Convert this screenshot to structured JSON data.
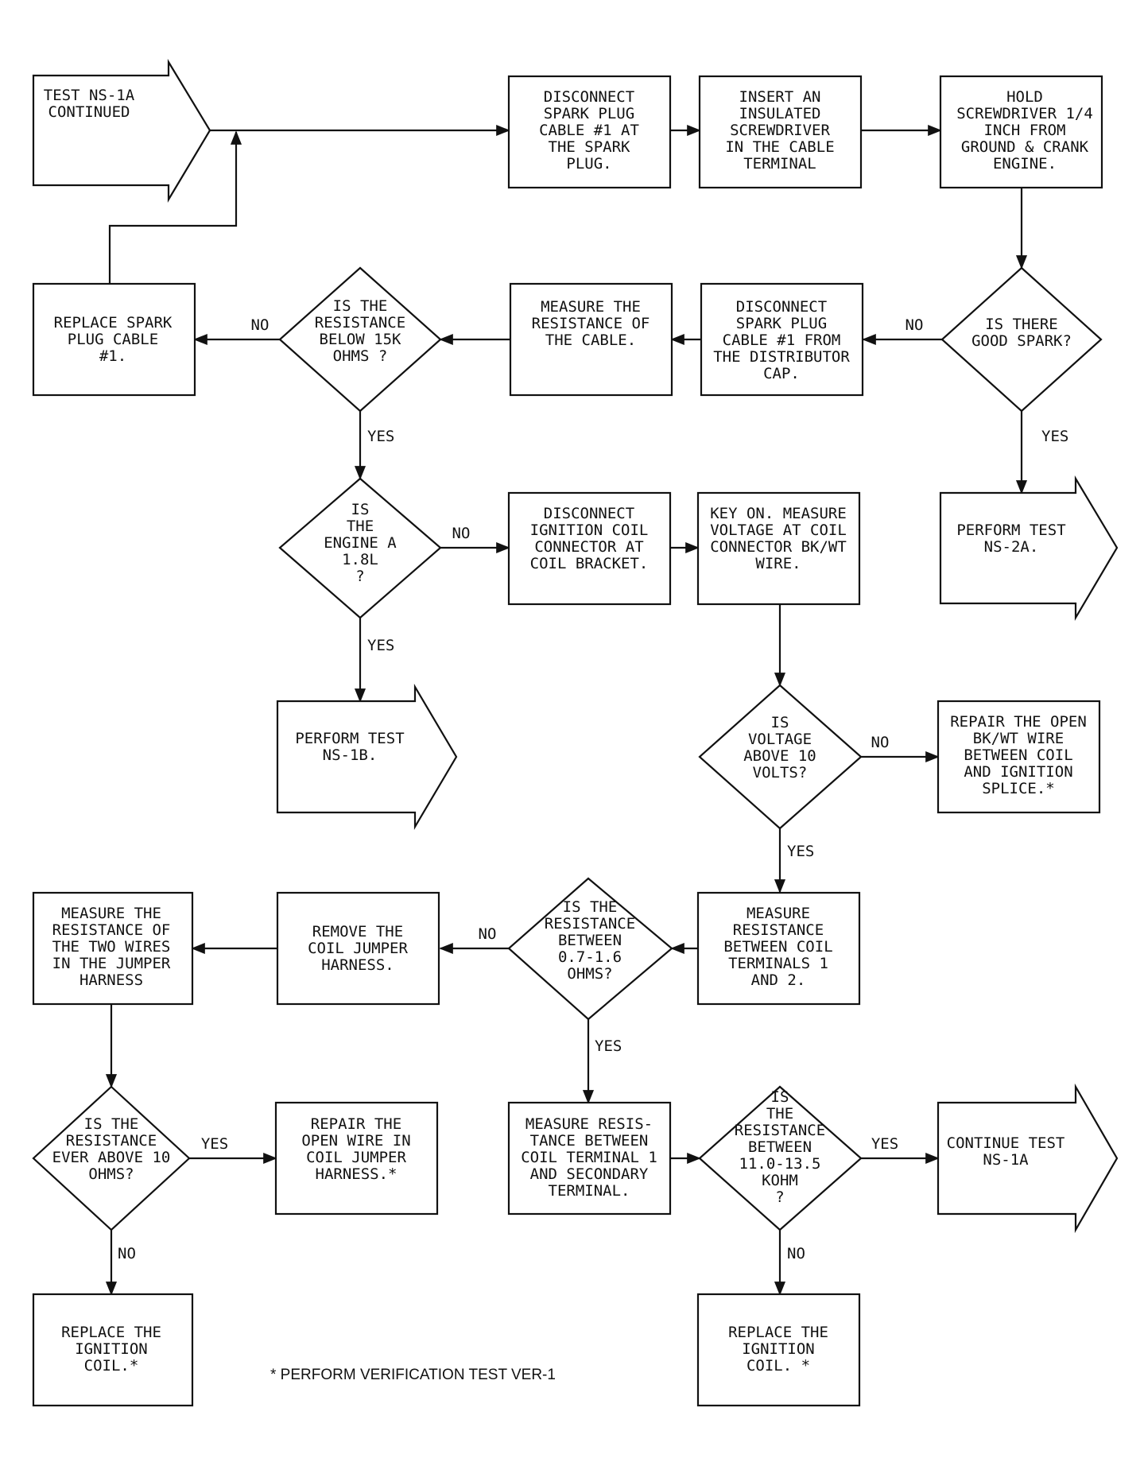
{
  "nodes": {
    "start": {
      "lines": [
        "TEST NS-1A",
        "CONTINUED"
      ]
    },
    "disc_plug": {
      "lines": [
        "DISCONNECT",
        "SPARK PLUG",
        "CABLE #1 AT",
        "THE SPARK",
        "PLUG."
      ]
    },
    "insert": {
      "lines": [
        "INSERT AN",
        "INSULATED",
        "SCREWDRIVER",
        "IN THE CABLE",
        "TERMINAL"
      ]
    },
    "hold": {
      "lines": [
        "HOLD",
        "SCREWDRIVER 1/4",
        "INCH FROM",
        "GROUND & CRANK",
        "ENGINE."
      ]
    },
    "good_spark": {
      "lines": [
        "IS THERE",
        "GOOD SPARK?"
      ]
    },
    "disc_cap": {
      "lines": [
        "DISCONNECT",
        "SPARK PLUG",
        "CABLE #1 FROM",
        "THE DISTRIBUTOR",
        "CAP."
      ]
    },
    "measure_cable": {
      "lines": [
        "MEASURE THE",
        "RESISTANCE OF",
        "THE CABLE."
      ]
    },
    "below15k": {
      "lines": [
        "IS THE",
        "RESISTANCE",
        "BELOW 15K",
        "OHMS ?"
      ]
    },
    "replace_cable": {
      "lines": [
        "REPLACE SPARK",
        "PLUG CABLE",
        "#1."
      ]
    },
    "engine18": {
      "lines": [
        "IS",
        "THE",
        "ENGINE A",
        "1.8L",
        "?"
      ]
    },
    "disc_coil": {
      "lines": [
        "DISCONNECT",
        "IGNITION COIL",
        "CONNECTOR AT",
        "COIL BRACKET."
      ]
    },
    "key_on": {
      "lines": [
        "KEY ON. MEASURE",
        "VOLTAGE AT COIL",
        "CONNECTOR BK/WT",
        "WIRE."
      ]
    },
    "perform_2a": {
      "lines": [
        "PERFORM TEST",
        "NS-2A."
      ]
    },
    "perform_1b": {
      "lines": [
        "PERFORM TEST",
        "NS-1B."
      ]
    },
    "volt10": {
      "lines": [
        "IS",
        "VOLTAGE",
        "ABOVE 10",
        "VOLTS?"
      ]
    },
    "repair_open": {
      "lines": [
        "REPAIR THE OPEN",
        "BK/WT WIRE",
        "BETWEEN COIL",
        "AND IGNITION",
        "SPLICE.*"
      ]
    },
    "measure_12": {
      "lines": [
        "MEASURE",
        "RESISTANCE",
        "BETWEEN COIL",
        "TERMINALS 1",
        "AND 2."
      ]
    },
    "between07": {
      "lines": [
        "IS THE",
        "RESISTANCE",
        "BETWEEN",
        "0.7-1.6",
        "OHMS?"
      ]
    },
    "remove_jumper": {
      "lines": [
        "REMOVE THE",
        "COIL JUMPER",
        "HARNESS."
      ]
    },
    "measure_jumper": {
      "lines": [
        "MEASURE THE",
        "RESISTANCE OF",
        "THE TWO WIRES",
        "IN THE JUMPER",
        "HARNESS"
      ]
    },
    "ever10": {
      "lines": [
        "IS THE",
        "RESISTANCE",
        "EVER ABOVE 10",
        "OHMS?"
      ]
    },
    "repair_jumper": {
      "lines": [
        "REPAIR THE",
        "OPEN WIRE IN",
        "COIL JUMPER",
        "HARNESS.*"
      ]
    },
    "measure_sec": {
      "lines": [
        "MEASURE RESIS-",
        "TANCE BETWEEN",
        "COIL TERMINAL 1",
        "AND SECONDARY",
        "TERMINAL."
      ]
    },
    "between11": {
      "lines": [
        "IS",
        "THE",
        "RESISTANCE",
        "BETWEEN",
        "11.0-13.5",
        "KOHM",
        "?"
      ]
    },
    "continue_1a": {
      "lines": [
        "CONTINUE TEST",
        "NS-1A"
      ]
    },
    "replace_coil_l": {
      "lines": [
        "REPLACE THE",
        "IGNITION",
        "COIL.*"
      ]
    },
    "replace_coil_r": {
      "lines": [
        "REPLACE THE",
        "IGNITION",
        "COIL. *"
      ]
    }
  },
  "edge_labels": {
    "yes": "YES",
    "no": "NO"
  },
  "footnote": "* PERFORM VERIFICATION TEST VER-1"
}
